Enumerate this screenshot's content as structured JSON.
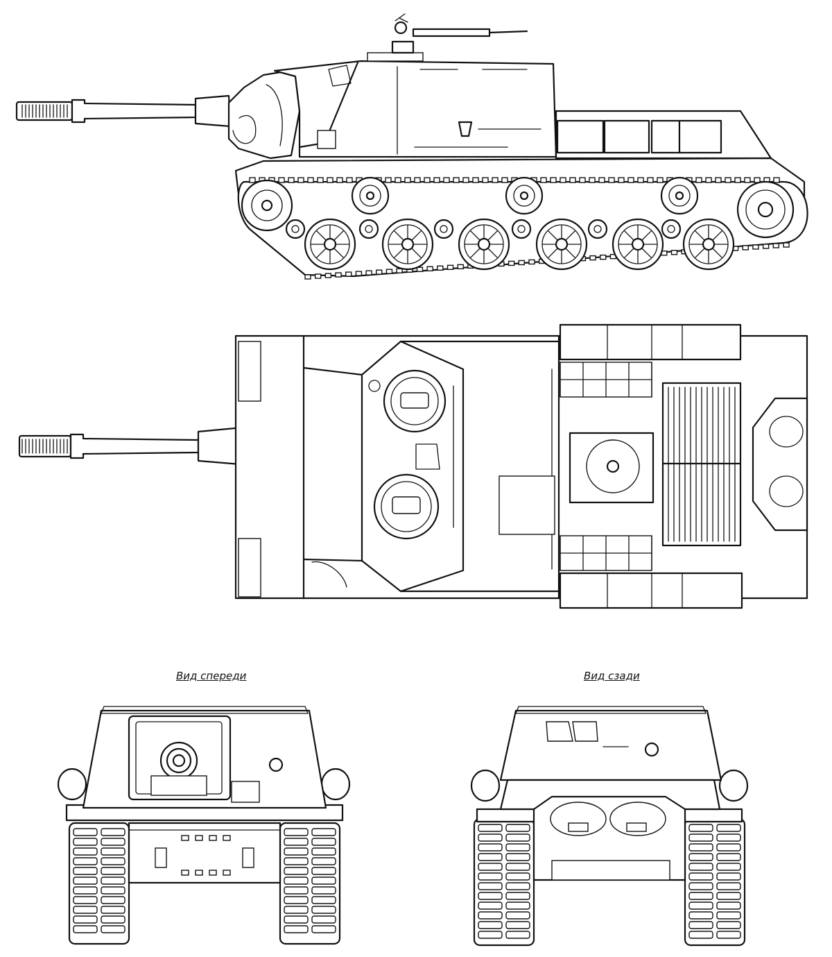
{
  "labels": {
    "front_view": "Вид спереди",
    "rear_view": "Вид сзади"
  },
  "views": [
    {
      "id": "side",
      "icon": "tank-side-view-icon"
    },
    {
      "id": "top",
      "icon": "tank-top-view-icon"
    },
    {
      "id": "front",
      "icon": "tank-front-view-icon"
    },
    {
      "id": "rear",
      "icon": "tank-rear-view-icon"
    }
  ],
  "colors": {
    "line": "#111111",
    "background": "#ffffff"
  }
}
